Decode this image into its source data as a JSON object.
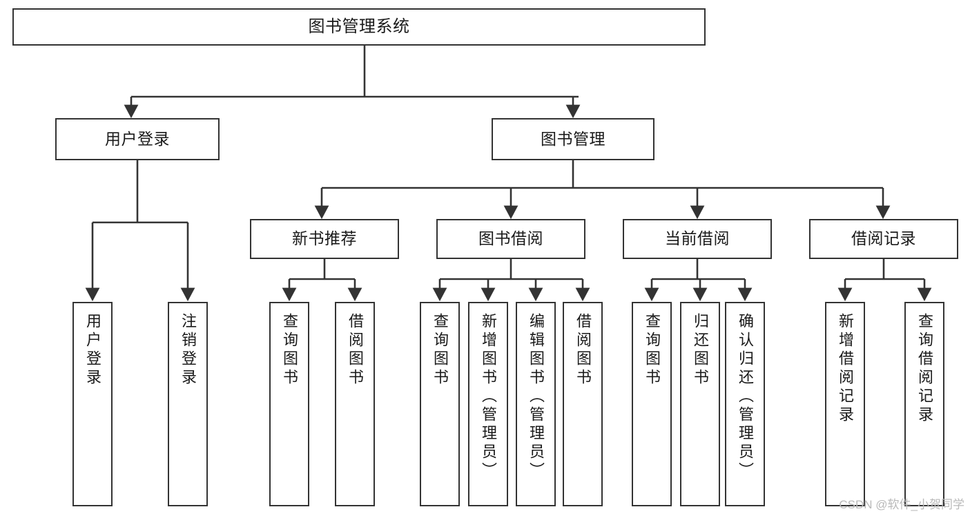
{
  "diagram": {
    "title": "图书管理系统",
    "type": "tree-hierarchy-diagram",
    "colors": {
      "box_border": "#333333",
      "box_fill": "#ffffff",
      "edge": "#333333",
      "text": "#1a1a1a",
      "watermark": "#b9b9b9"
    },
    "root": {
      "label": "图书管理系统"
    },
    "level2": [
      {
        "label": "用户登录"
      },
      {
        "label": "图书管理"
      }
    ],
    "level3": [
      {
        "label": "新书推荐"
      },
      {
        "label": "图书借阅"
      },
      {
        "label": "当前借阅"
      },
      {
        "label": "借阅记录"
      }
    ],
    "leaves": {
      "user_login": [
        {
          "label": "用户登录"
        },
        {
          "label": "注销登录"
        }
      ],
      "new_book_recommend": [
        {
          "label": "查询图书"
        },
        {
          "label": "借阅图书"
        }
      ],
      "book_borrow": [
        {
          "label": "查询图书"
        },
        {
          "label": "新增图书（管理员）"
        },
        {
          "label": "编辑图书（管理员）"
        },
        {
          "label": "借阅图书"
        }
      ],
      "current_borrow": [
        {
          "label": "查询图书"
        },
        {
          "label": "归还图书"
        },
        {
          "label": "确认归还（管理员）"
        }
      ],
      "borrow_record": [
        {
          "label": "新增借阅记录"
        },
        {
          "label": "查询借阅记录"
        }
      ]
    }
  },
  "watermark": {
    "text": "CSDN @软件_小贺同学"
  }
}
